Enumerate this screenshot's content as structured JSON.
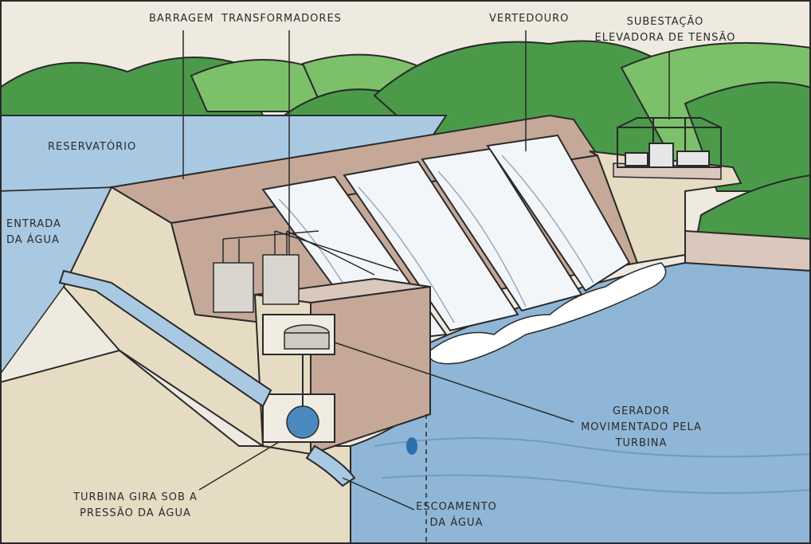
{
  "labels": {
    "barragem": "BARRAGEM",
    "transformadores": "TRANSFORMADORES",
    "vertedouro": "VERTEDOURO",
    "subestacao_1": "SUBESTAÇÃO",
    "subestacao_2": "ELEVADORA DE TENSÃO",
    "reservatorio": "RESERVATÓRIO",
    "entrada_1": "ENTRADA",
    "entrada_2": "DA ÁGUA",
    "gerador_1": "GERADOR",
    "gerador_2": "MOVIMENTADO PELA",
    "gerador_3": "TURBINA",
    "turbina_1": "TURBINA GIRA SOB A",
    "turbina_2": "PRESSÃO DA ÁGUA",
    "escoamento_1": "ESCOAMENTO",
    "escoamento_2": "DA ÁGUA"
  },
  "colors": {
    "sky": "#eeeae0",
    "hill_dark": "#4a9a4a",
    "hill_light": "#7cc06a",
    "water": "#a9c9e2",
    "water_deep": "#8fb6d6",
    "dam": "#c5a898",
    "dam_light": "#dbc8bc",
    "concrete": "#e6dcc4",
    "spill": "#f3f6f8",
    "line": "#2a2a2a"
  }
}
